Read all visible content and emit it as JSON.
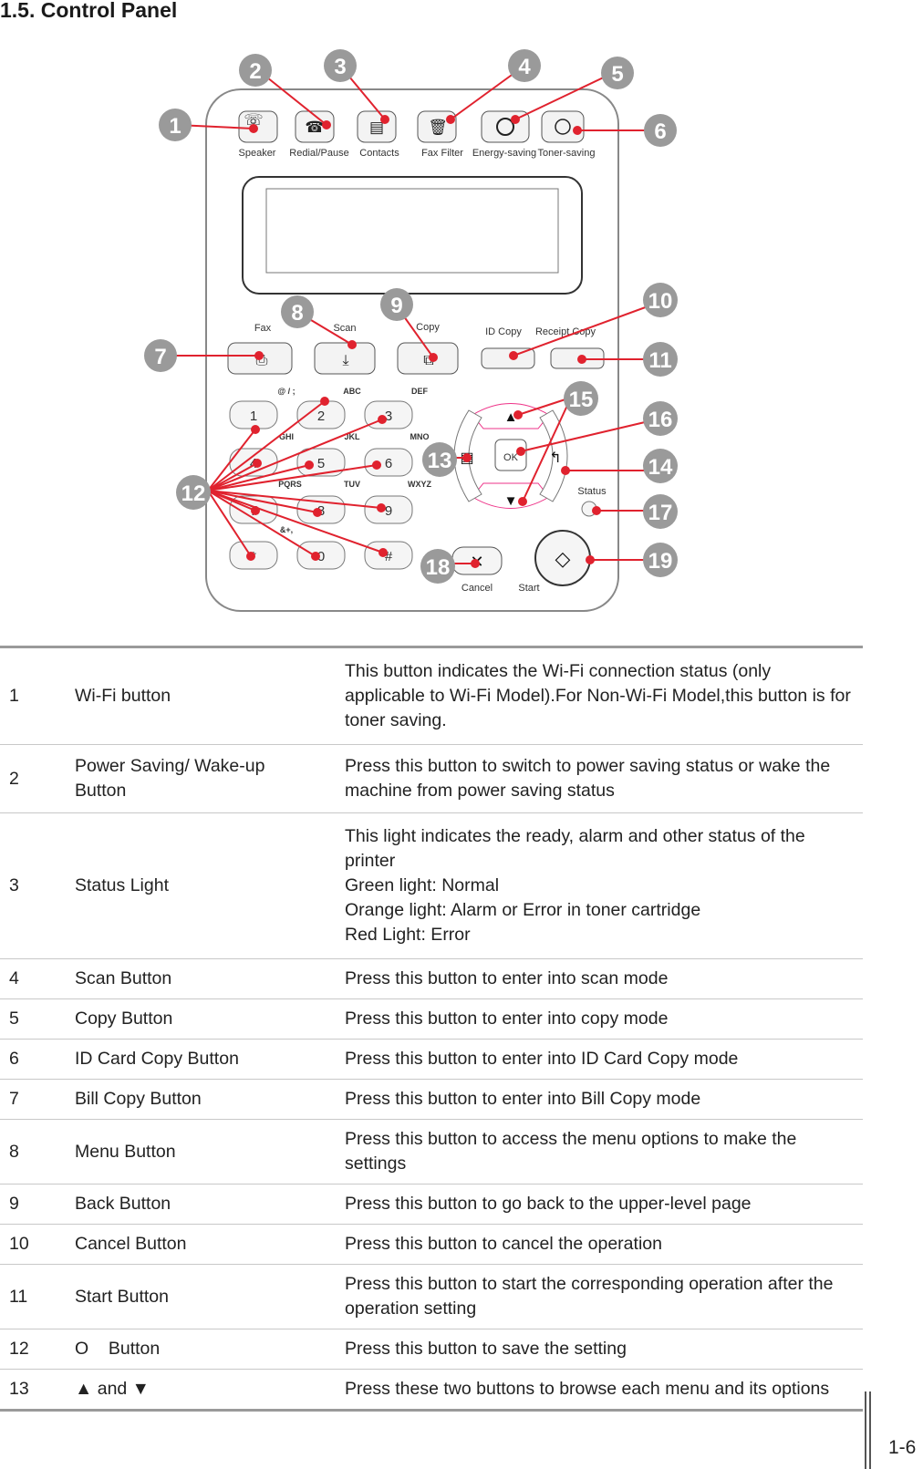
{
  "page": {
    "title": "1.5. Control Panel",
    "page_number": "1-6"
  },
  "panel": {
    "top_buttons": [
      "Speaker",
      "Redial/Pause",
      "Contacts",
      "Fax Filter",
      "Energy-saving",
      "Toner-saving"
    ],
    "mode_buttons": [
      "Fax",
      "Scan",
      "Copy",
      "ID Copy",
      "Receipt Copy"
    ],
    "keypad": [
      {
        "digit": "1",
        "letters": "@ / ;"
      },
      {
        "digit": "2",
        "letters": "ABC"
      },
      {
        "digit": "3",
        "letters": "DEF"
      },
      {
        "digit": "4",
        "letters": "GHI"
      },
      {
        "digit": "5",
        "letters": "JKL"
      },
      {
        "digit": "6",
        "letters": "MNO"
      },
      {
        "digit": "7",
        "letters": "PQRS"
      },
      {
        "digit": "8",
        "letters": "TUV"
      },
      {
        "digit": "9",
        "letters": "WXYZ"
      },
      {
        "digit": "*",
        "letters": "&+,"
      },
      {
        "digit": "0",
        "letters": ""
      },
      {
        "digit": "#",
        "letters": ""
      }
    ],
    "ok_label": "OK",
    "status_label": "Status",
    "cancel_label": "Cancel",
    "start_label": "Start",
    "callouts": [
      "1",
      "2",
      "3",
      "4",
      "5",
      "6",
      "7",
      "8",
      "9",
      "10",
      "11",
      "12",
      "13",
      "14",
      "15",
      "16",
      "17",
      "18",
      "19"
    ],
    "accent_color": "#e0222e",
    "icons": [
      "speaker-icon",
      "redial-icon",
      "contacts-icon",
      "trash-icon",
      "power-icon",
      "toner-icon",
      "fax-icon",
      "scan-icon",
      "copy-icon",
      "menu-icon",
      "back-icon",
      "up-arrow-icon",
      "down-arrow-icon",
      "cancel-x-icon",
      "start-diamond-icon"
    ]
  },
  "table": {
    "rows": [
      {
        "num": "1",
        "name": "Wi-Fi button",
        "desc": "This button indicates the Wi-Fi connection status (only applicable to Wi-Fi Model).For Non-Wi-Fi Model,this button is for toner saving."
      },
      {
        "num": "2",
        "name": "Power Saving/ Wake-up Button",
        "desc": "Press this button to switch to power saving status or wake the machine from power saving status"
      },
      {
        "num": "3",
        "name": "Status Light",
        "desc_lines": [
          "This light indicates the ready, alarm and other status of the printer",
          "Green light: Normal",
          "Orange light: Alarm or Error in toner cartridge",
          "Red Light: Error"
        ]
      },
      {
        "num": "4",
        "name": "Scan Button",
        "desc": "Press this button to enter into scan mode"
      },
      {
        "num": "5",
        "name": "Copy Button",
        "desc": "Press this button to enter into copy mode"
      },
      {
        "num": "6",
        "name": "ID Card Copy Button",
        "desc": "Press this button to enter into ID Card Copy mode"
      },
      {
        "num": "7",
        "name": "Bill Copy Button",
        "desc": "Press this button to enter into Bill Copy mode"
      },
      {
        "num": "8",
        "name": "Menu Button",
        "desc": "Press this button to access the menu options to make the settings"
      },
      {
        "num": "9",
        "name": "Back Button",
        "desc": "Press this button to go back to the upper-level page"
      },
      {
        "num": "10",
        "name": "Cancel Button",
        "desc": "Press this button to cancel the operation"
      },
      {
        "num": "11",
        "name": "Start Button",
        "desc": "Press this button to start the corresponding operation after the operation setting"
      },
      {
        "num": "12",
        "name": "O    Button",
        "desc": "Press this button to save the setting"
      },
      {
        "num": "13",
        "name": "▲ and ▼",
        "desc": "Press these two buttons to browse each menu and its options"
      }
    ]
  }
}
